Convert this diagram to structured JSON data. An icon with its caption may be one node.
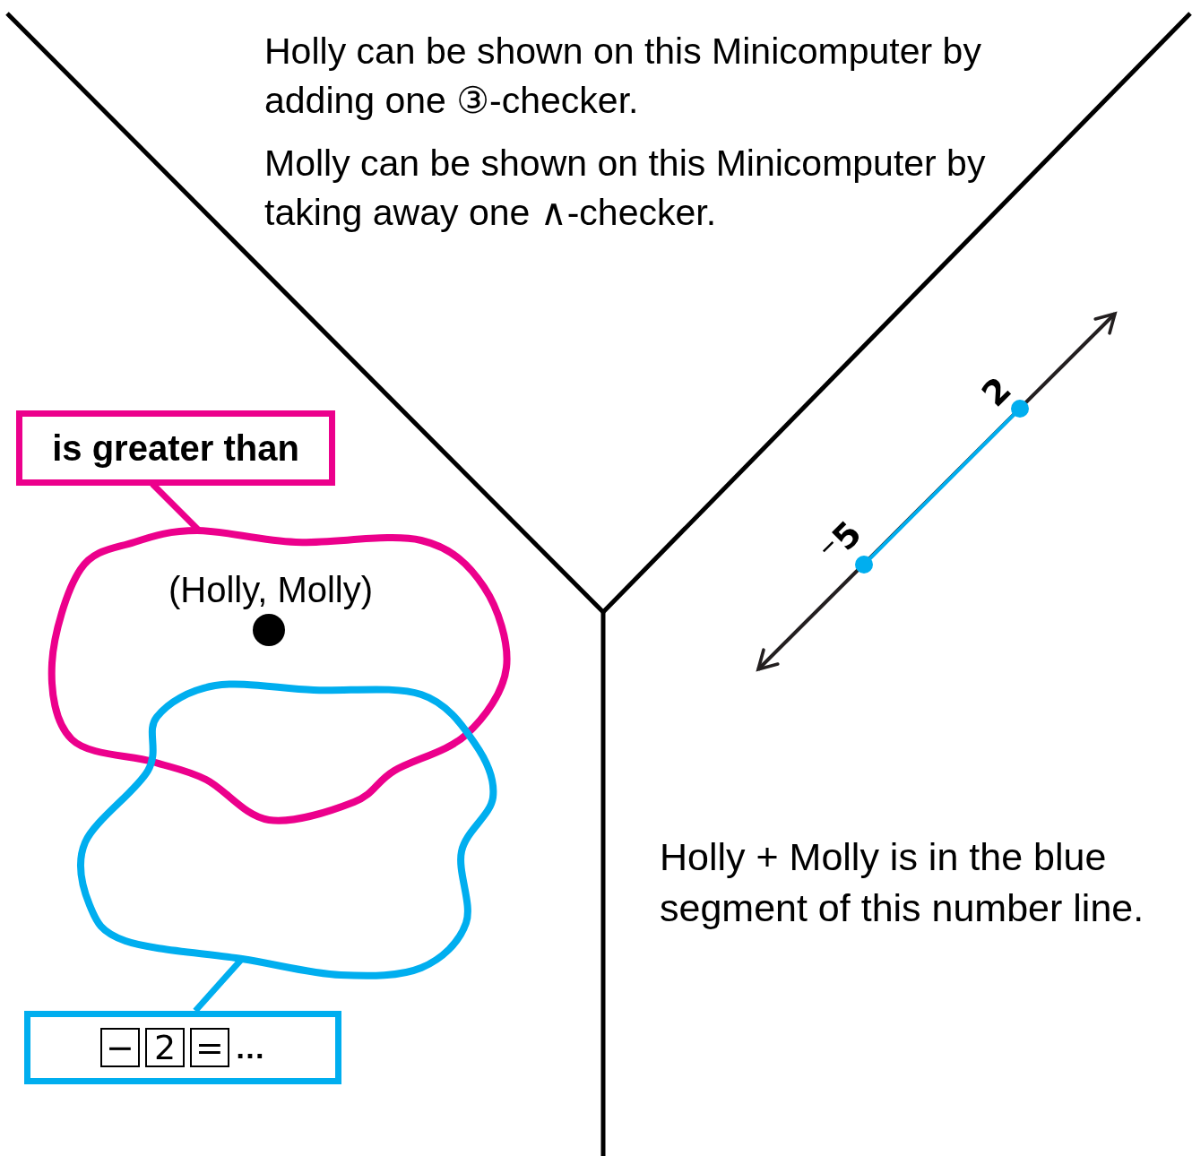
{
  "diagram": {
    "nodes": [
      {
        "text": [
          "is greater than"
        ]
      },
      {
        "text": [],
        "shape": "loop"
      },
      {
        "text": [
          "(Holly, Molly)"
        ],
        "in": 1
      },
      {
        "text": [],
        "shape": "loop"
      },
      {
        "text": [
          "−",
          "2",
          "=",
          "…"
        ]
      }
    ],
    "edges": [
      {
        "from": 0,
        "to": 1,
        "arrow": "none",
        "color": "#ec008c"
      },
      {
        "from": 4,
        "to": 3,
        "arrow": "none",
        "color": "#00aeef"
      }
    ],
    "labels": [
      "Holly can be shown on this Minicomputer by adding one ③-checker.",
      "Molly can be shown on this Minicomputer by taking away one ∧-checker.",
      "2",
      "⁻5",
      "Holly + Molly is in the blue segment of this number line."
    ]
  }
}
